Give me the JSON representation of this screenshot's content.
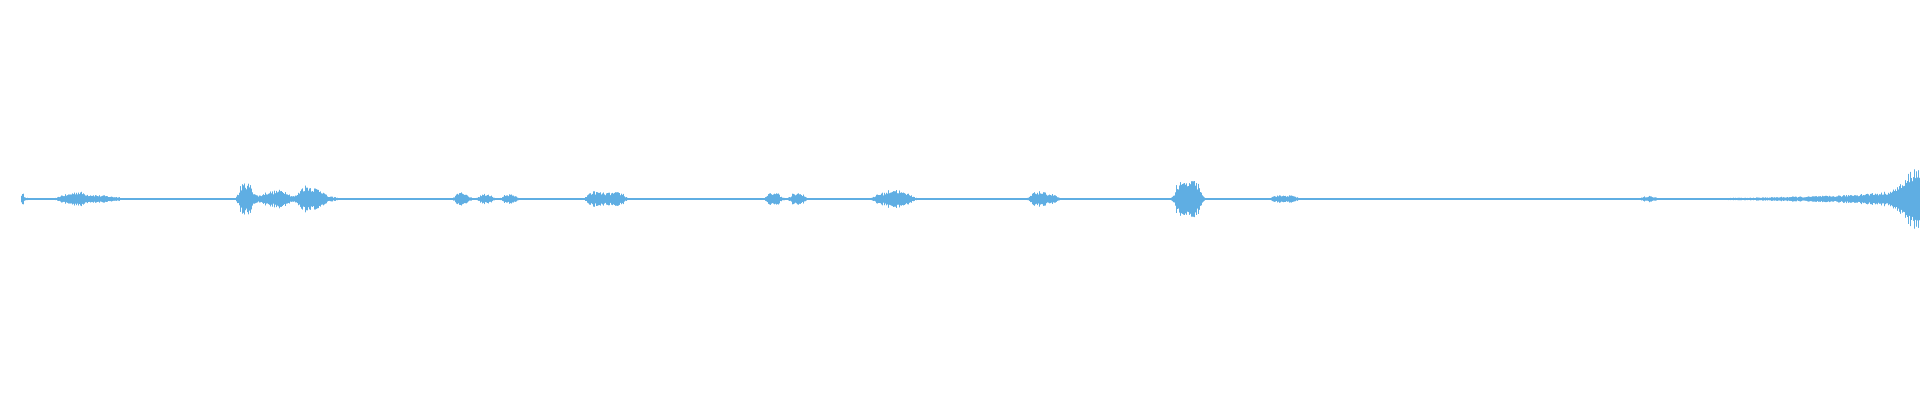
{
  "chart_data": {
    "type": "area",
    "description_kind": "audio-waveform",
    "color": "#5faee3",
    "background": "#ffffff",
    "axes_visible": false,
    "grid": false,
    "amplitude_range": [
      -1,
      1
    ],
    "envelope": [
      0,
      0.2,
      0.02,
      0.02,
      0.03,
      0.15,
      0.25,
      0.15,
      0.12,
      0.08,
      0.02,
      0.03,
      0.02,
      0.02,
      0.02,
      0.03,
      0.02,
      0.02,
      0.02,
      0.03,
      0.55,
      0.12,
      0.25,
      0.3,
      0.1,
      0.45,
      0.35,
      0.08,
      0.02,
      0.02,
      0.02,
      0.03,
      0.02,
      0.02,
      0.02,
      0.02,
      0.03,
      0.02,
      0.22,
      0.03,
      0.18,
      0.02,
      0.15,
      0.02,
      0.02,
      0.03,
      0.02,
      0.02,
      0.02,
      0.25,
      0.2,
      0.22,
      0.03,
      0.02,
      0.02,
      0.02,
      0.02,
      0.03,
      0.02,
      0.02,
      0.02,
      0.02,
      0.02,
      0.02,
      0.22,
      0.03,
      0.2,
      0.02,
      0.02,
      0.02,
      0.02,
      0.02,
      0.03,
      0.2,
      0.33,
      0.2,
      0.03,
      0.02,
      0.02,
      0.02,
      0.02,
      0.02,
      0.02,
      0.02,
      0.02,
      0.03,
      0.25,
      0.18,
      0.03,
      0.02,
      0.02,
      0.02,
      0.02,
      0.02,
      0.02,
      0.02,
      0.02,
      0.03,
      0.55,
      0.6,
      0.03,
      0.02,
      0.02,
      0.02,
      0.02,
      0.02,
      0.12,
      0.12,
      0.03,
      0.02,
      0.02,
      0.02,
      0.02,
      0.02,
      0.02,
      0.02,
      0.02,
      0.02,
      0.02,
      0.02,
      0.02,
      0.02,
      0.02,
      0.02,
      0.02,
      0.02,
      0.02,
      0.02,
      0.02,
      0.02,
      0.02,
      0.02,
      0.02,
      0.02,
      0.02,
      0.02,
      0.03,
      0.1,
      0.02,
      0.02,
      0.02,
      0.02,
      0.03,
      0.03,
      0.04,
      0.04,
      0.05,
      0.06,
      0.07,
      0.08,
      0.08,
      0.1,
      0.1,
      0.12,
      0.15,
      0.18,
      0.2,
      0.25,
      0.5,
      1.0
    ]
  }
}
